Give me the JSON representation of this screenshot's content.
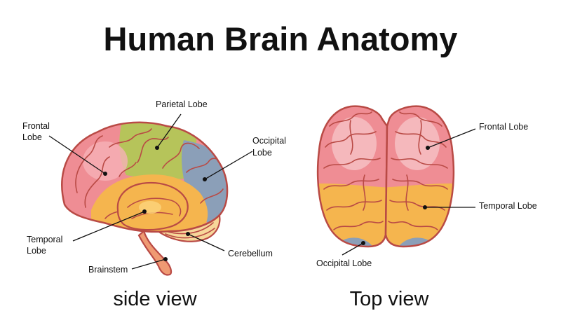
{
  "title": "Human Brain Anatomy",
  "side_view": {
    "caption": "side view",
    "labels": {
      "frontal_1": "Frontal",
      "frontal_2": "Lobe",
      "parietal": "Parietal Lobe",
      "occipital_1": "Occipital",
      "occipital_2": "Lobe",
      "temporal_1": "Temporal",
      "temporal_2": "Lobe",
      "cerebellum": "Cerebellum",
      "brainstem": "Brainstem"
    }
  },
  "top_view": {
    "caption": "Top view",
    "labels": {
      "frontal": "Frontal Lobe",
      "temporal": "Temporal Lobe",
      "occipital": "Occipital Lobe"
    }
  },
  "colors": {
    "frontal": "#ef8d94",
    "parietal": "#b6c45a",
    "occipital": "#8b9fb8",
    "temporal": "#f5b54e",
    "cerebellum": "#f7d79a",
    "brainstem": "#ef9a73",
    "outline": "#b94a45"
  }
}
